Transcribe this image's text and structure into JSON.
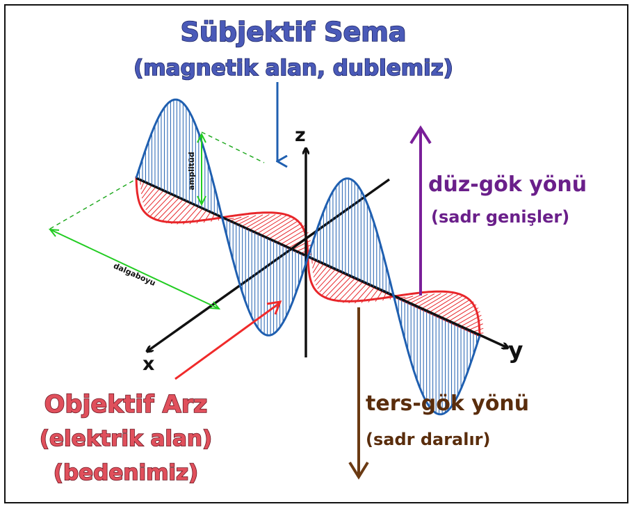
{
  "titles": {
    "subjective_line1": "Sübjektif Sema",
    "subjective_line2": "(magnetik alan, dublemiz)",
    "objective_line1": "Objektif Arz",
    "objective_line2": "(elektrik alan)",
    "objective_line3": "(bedenimiz)"
  },
  "directions": {
    "up_line1": "düz-gök yönü",
    "up_line2": "(sadr genişler)",
    "down_line1": "ters-gök yönü",
    "down_line2": "(sadr daralır)"
  },
  "axes": {
    "x": "x",
    "y": "y",
    "z": "z"
  },
  "dimensions": {
    "amplitude": "amplitüd",
    "wavelength": "dalgaboyu"
  },
  "colors": {
    "magnetic_wave": "#1f5fb0",
    "electric_wave": "#e8262a",
    "up_arrow": "#7a1f99",
    "down_arrow": "#6b3a13",
    "dimension_lines": "#22cc22"
  }
}
